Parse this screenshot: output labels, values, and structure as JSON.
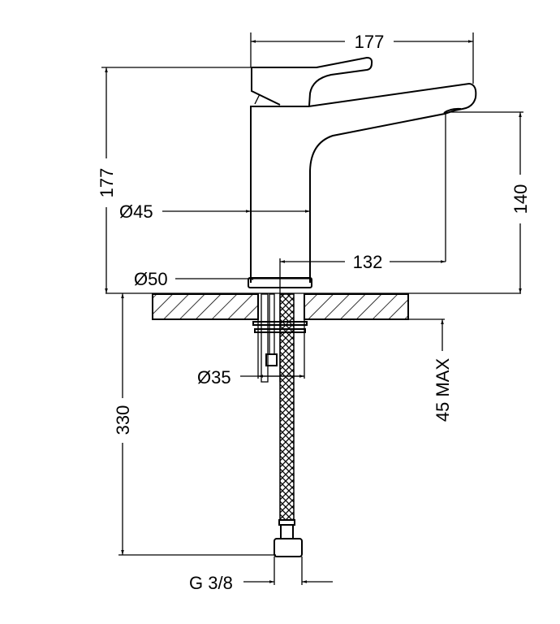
{
  "drawing": {
    "dimensions": {
      "overall_width": "177",
      "overall_height": "177",
      "spout_height": "140",
      "body_diameter": "Ø45",
      "spout_reach": "132",
      "base_diameter": "Ø50",
      "below_counter": "330",
      "max_thickness": "45 MAX",
      "hole_diameter": "Ø35",
      "connection": "G 3/8"
    },
    "colors": {
      "line": "#000000",
      "background": "#ffffff"
    }
  }
}
